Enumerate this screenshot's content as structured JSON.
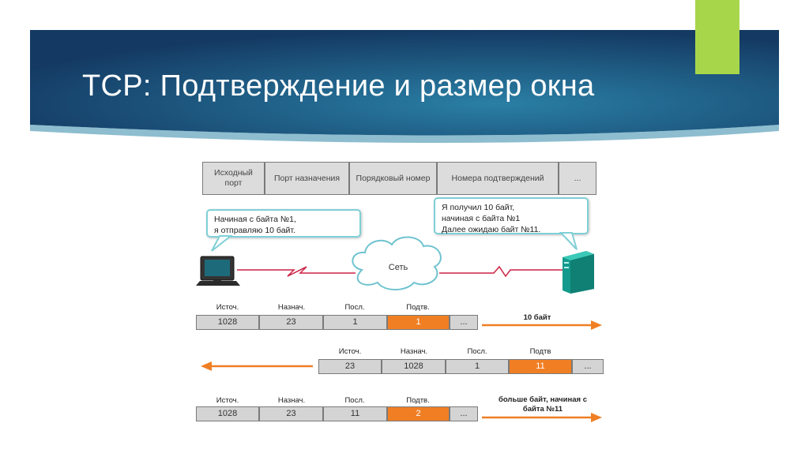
{
  "slide": {
    "title": "TCP: Подтверждение и размер окна",
    "colors": {
      "banner_dark": "#143a63",
      "banner_light": "#2a7fa5",
      "accent_green": "#a8d64b",
      "highlight": "#f07f24",
      "callout_border": "#7fd0d6",
      "link_red": "#cc2244",
      "server_teal": "#1aa89a"
    }
  },
  "header_segment": {
    "cells": [
      "Исходный\nпорт",
      "Порт назначения",
      "Порядковый номер",
      "Номера подтверждений",
      "..."
    ]
  },
  "callouts": {
    "left": "Начиная с байта №1,\nя отправляю 10 байт.",
    "right": "Я получил 10 байт,\nначиная с байта №1\nДалее ожидаю байт №11."
  },
  "network": {
    "cloud_label": "Сеть",
    "left_device_icon": "desktop-computer-icon",
    "right_device_icon": "server-icon"
  },
  "rows": [
    {
      "labels": [
        "Источ.",
        "Назнач.",
        "Посл.",
        "Подтв."
      ],
      "values": [
        "1028",
        "23",
        "1",
        "1",
        "..."
      ],
      "arrow_text": "10 байт",
      "direction": "right"
    },
    {
      "labels": [
        "Источ.",
        "Назнач.",
        "Посл.",
        "Подтв"
      ],
      "values": [
        "23",
        "1028",
        "1",
        "11",
        "..."
      ],
      "arrow_text": "",
      "direction": "left"
    },
    {
      "labels": [
        "Источ.",
        "Назнач.",
        "Посл.",
        "Подтв."
      ],
      "values": [
        "1028",
        "23",
        "11",
        "2",
        "..."
      ],
      "arrow_text": "больше байт, начиная с\nбайта №11",
      "direction": "right"
    }
  ]
}
